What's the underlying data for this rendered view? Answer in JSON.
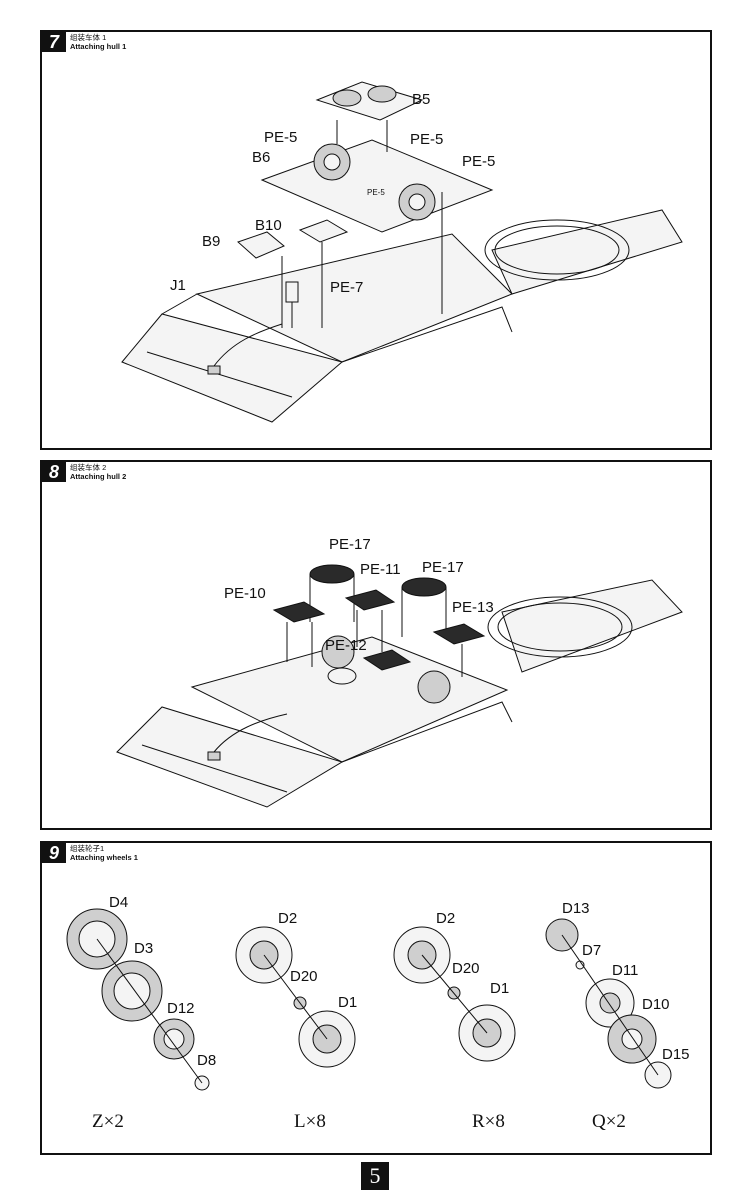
{
  "steps": [
    {
      "number": "7",
      "title_cn": "组装车体 1",
      "title_en": "Attaching hull 1",
      "labels": {
        "b5": "B5",
        "pe5a": "PE-5",
        "pe5b": "PE-5",
        "pe5c": "PE-5",
        "pe5d": "PE-5",
        "b6": "B6",
        "b10": "B10",
        "b9": "B9",
        "j1": "J1",
        "pe7": "PE-7"
      }
    },
    {
      "number": "8",
      "title_cn": "组装车体 2",
      "title_en": "Attaching hull 2",
      "labels": {
        "pe17a": "PE-17",
        "pe11": "PE-11",
        "pe17b": "PE-17",
        "pe10": "PE-10",
        "pe13": "PE-13",
        "pe12": "PE-12"
      }
    },
    {
      "number": "9",
      "title_cn": "组装轮子1",
      "title_en": "Attaching wheels 1",
      "groups": [
        {
          "parts": [
            "D4",
            "D3",
            "D12",
            "D8"
          ],
          "qty": "Z×2"
        },
        {
          "parts": [
            "D2",
            "D20",
            "D1"
          ],
          "qty": "L×8"
        },
        {
          "parts": [
            "D2",
            "D20",
            "D1"
          ],
          "qty": "R×8"
        },
        {
          "parts": [
            "D13",
            "D7",
            "D11",
            "D10",
            "D15"
          ],
          "qty": "Q×2"
        }
      ]
    }
  ],
  "page_number": "5"
}
